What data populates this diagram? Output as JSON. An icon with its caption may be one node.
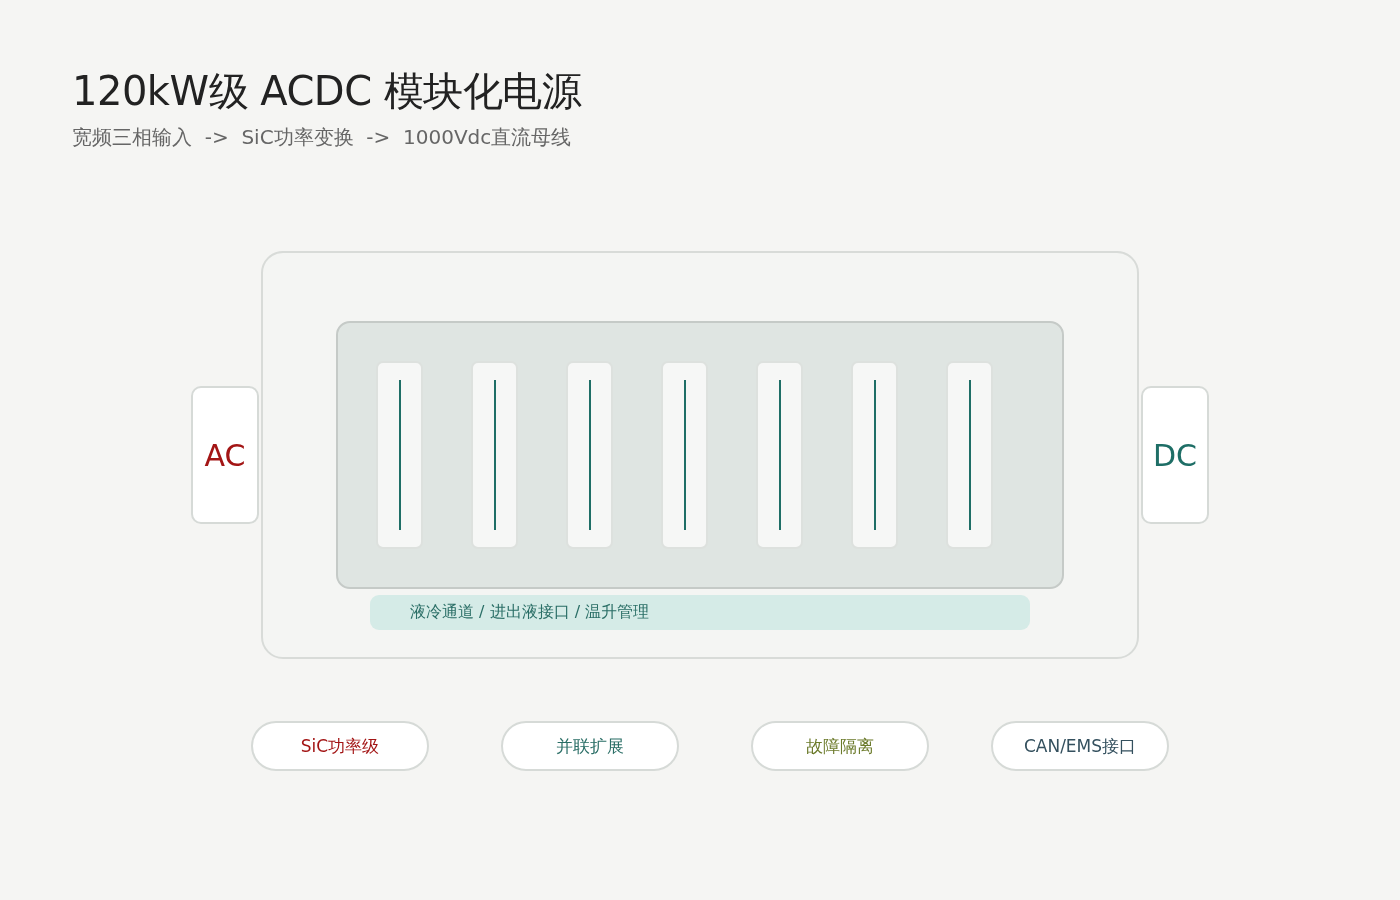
{
  "diagram": {
    "title": "120kW级 ACDC 模块化电源",
    "nodes": [
      {
        "text": [],
        "shape": "box"
      },
      {
        "text": [],
        "shape": "box",
        "in": 0
      },
      {
        "text": [],
        "shape": "box",
        "in": 1
      },
      {
        "text": [],
        "shape": "box",
        "in": 1
      },
      {
        "text": [],
        "shape": "box",
        "in": 1
      },
      {
        "text": [],
        "shape": "box",
        "in": 1
      },
      {
        "text": [],
        "shape": "box",
        "in": 1
      },
      {
        "text": [],
        "shape": "box",
        "in": 1
      },
      {
        "text": [],
        "shape": "box",
        "in": 1
      },
      {
        "text": [
          "液冷通道 / 进出液接口 / 温升管理"
        ],
        "in": 0
      },
      {
        "text": [
          "AC"
        ]
      },
      {
        "text": [
          "DC"
        ]
      },
      {
        "text": [
          "SiC功率级"
        ]
      },
      {
        "text": [
          "并联扩展"
        ]
      },
      {
        "text": [
          "故障隔离"
        ]
      },
      {
        "text": [
          "CAN/EMS接口"
        ]
      }
    ],
    "edges": [],
    "labels": [
      "宽频三相输入  ->  SiC功率变换  ->  1000Vdc直流母线"
    ]
  }
}
